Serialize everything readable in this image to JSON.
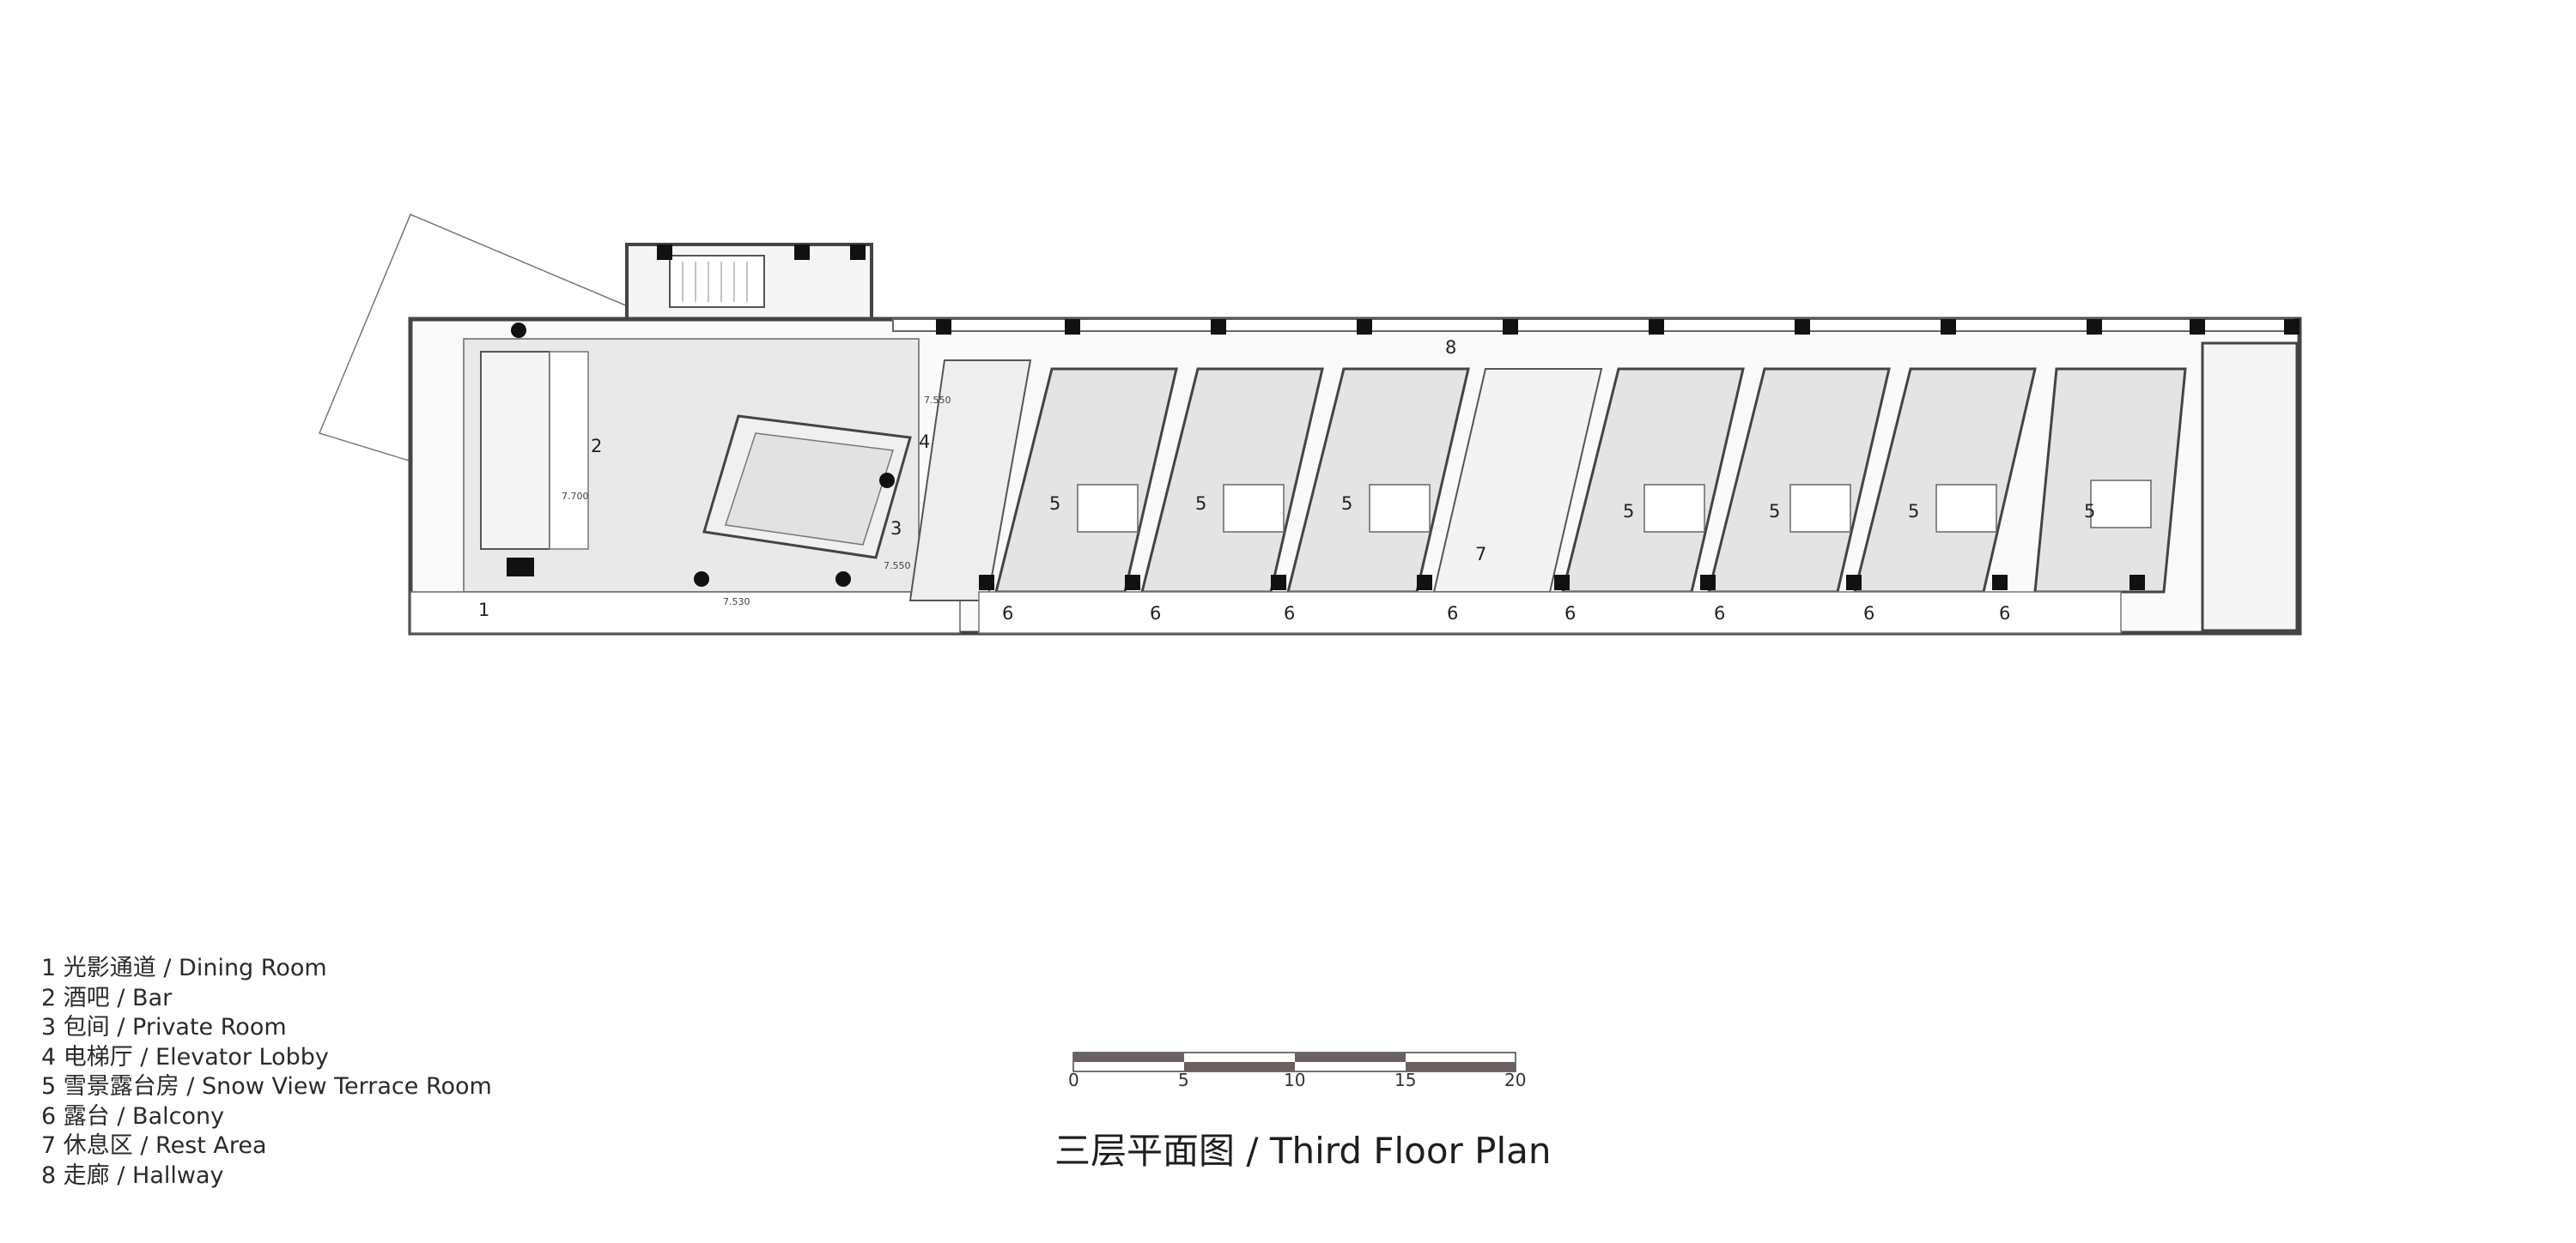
{
  "legend": [
    {
      "num": "1",
      "name": "光影通道 / Dining Room"
    },
    {
      "num": "2",
      "name": "酒吧 / Bar"
    },
    {
      "num": "3",
      "name": "包间 / Private Room"
    },
    {
      "num": "4",
      "name": "电梯厅 / Elevator Lobby"
    },
    {
      "num": "5",
      "name": "雪景露台房 / Snow View Terrace Room"
    },
    {
      "num": "6",
      "name": "露台 / Balcony"
    },
    {
      "num": "7",
      "name": "休息区 / Rest Area"
    },
    {
      "num": "8",
      "name": "走廊 / Hallway"
    }
  ],
  "title": "三层平面图 / Third Floor Plan",
  "scale": {
    "ticks": [
      "0",
      "5",
      "10",
      "15",
      "20"
    ]
  },
  "room_labels": {
    "r1": "1",
    "r2": "2",
    "r3": "3",
    "r4": "4",
    "r5": "5",
    "r6": "6",
    "r7": "7",
    "r8": "8"
  },
  "elevations": {
    "e1": "7.550",
    "e2": "7.700",
    "e3": "7.550",
    "e4": "7.530"
  },
  "colors": {
    "wall": "#4a4a4a",
    "column": "#111111",
    "room_fill": "#e6e6e6",
    "terrace_fill": "#f2f2f2",
    "line": "#555555"
  }
}
